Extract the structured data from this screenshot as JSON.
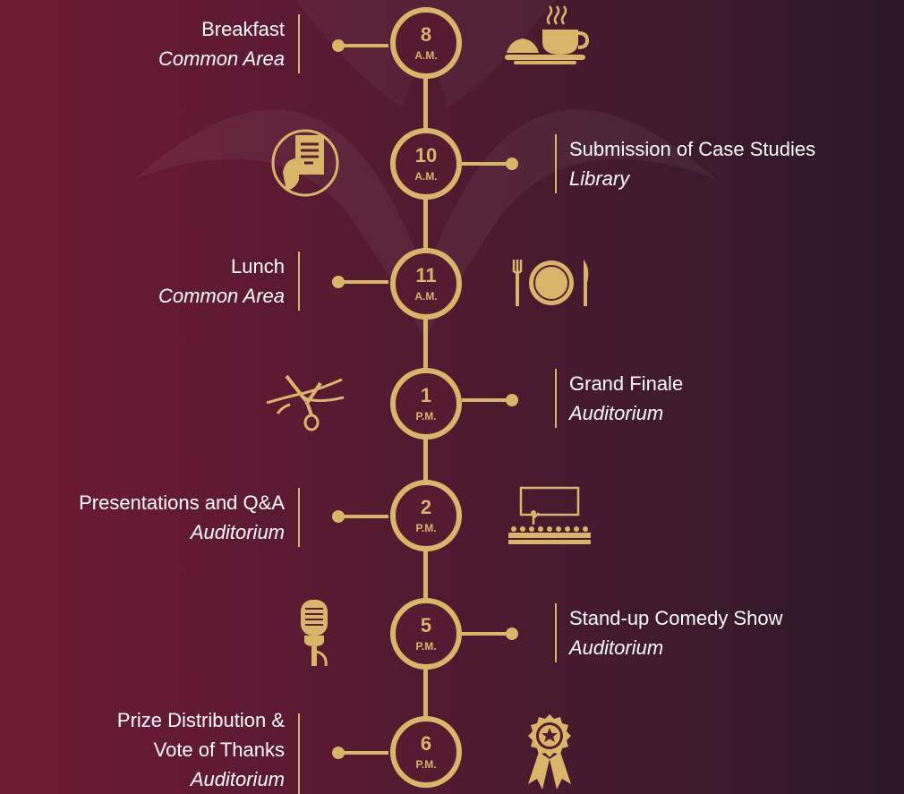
{
  "colors": {
    "accent": "#d9b56a",
    "bg_left": "#6e1b35",
    "bg_right": "#2b1829",
    "text": "#ffffff"
  },
  "events": [
    {
      "time": "8",
      "period": "A.M.",
      "title": "Breakfast",
      "location": "Common Area",
      "icon": "breakfast-icon"
    },
    {
      "time": "10",
      "period": "A.M.",
      "title": "Submission of Case Studies",
      "location": "Library",
      "icon": "document-hand-icon"
    },
    {
      "time": "11",
      "period": "A.M.",
      "title": "Lunch",
      "location": "Common Area",
      "icon": "dinner-plate-icon"
    },
    {
      "time": "1",
      "period": "P.M.",
      "title": "Grand Finale",
      "location": "Auditorium",
      "icon": "ribbon-cutting-icon"
    },
    {
      "time": "2",
      "period": "P.M.",
      "title": "Presentations and Q&A",
      "location": "Auditorium",
      "icon": "audience-presentation-icon"
    },
    {
      "time": "5",
      "period": "P.M.",
      "title": "Stand-up Comedy Show",
      "location": "Auditorium",
      "icon": "microphone-icon"
    },
    {
      "time": "6",
      "period": "P.M.",
      "title": "Prize Distribution & Vote of Thanks",
      "location": "Auditorium",
      "icon": "award-badge-icon"
    }
  ]
}
